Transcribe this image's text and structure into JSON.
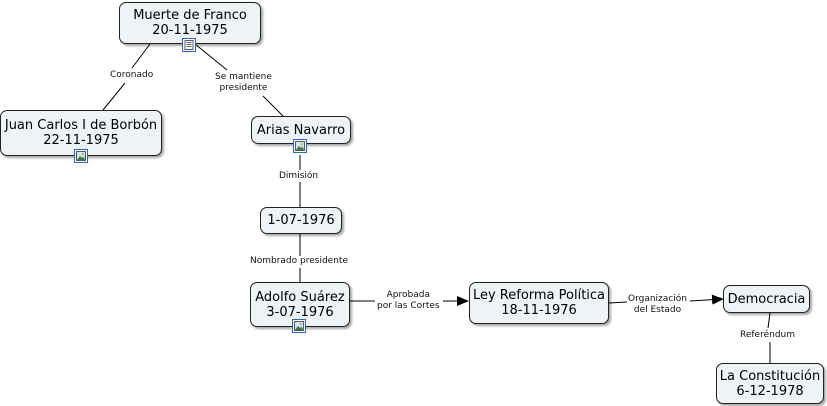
{
  "nodes": {
    "franco": {
      "line1": "Muerte de Franco",
      "line2": "20-11-1975",
      "icon": "document-icon"
    },
    "juan_carlos": {
      "line1": "Juan Carlos I de Borbón",
      "line2": "22-11-1975",
      "icon": "image-icon"
    },
    "arias": {
      "line1": "Arias Navarro",
      "icon": "image-icon"
    },
    "date_1976": {
      "line1": "1-07-1976"
    },
    "suarez": {
      "line1": "Adolfo Suárez",
      "line2": "3-07-1976",
      "icon": "image-icon"
    },
    "ley": {
      "line1": "Ley Reforma Política",
      "line2": "18-11-1976"
    },
    "democracia": {
      "line1": "Democracia"
    },
    "constitucion": {
      "line1": "La Constitución",
      "line2": "6-12-1978"
    }
  },
  "links": {
    "coronado": {
      "line1": "Coronado"
    },
    "se_mantiene": {
      "line1": "Se mantiene",
      "line2": "presidente"
    },
    "dimision": {
      "line1": "Dimisión"
    },
    "nombrado": {
      "line1": "Nombrado presidente"
    },
    "aprobada": {
      "line1": "Aprobada",
      "line2": "por las Cortes"
    },
    "organizacion": {
      "line1": "Organización",
      "line2": "del Estado"
    },
    "referendum": {
      "line1": "Referéndum"
    }
  },
  "colors": {
    "node_fill": "#eef3f6",
    "border": "#222222",
    "badge_border": "#2a67c5"
  }
}
